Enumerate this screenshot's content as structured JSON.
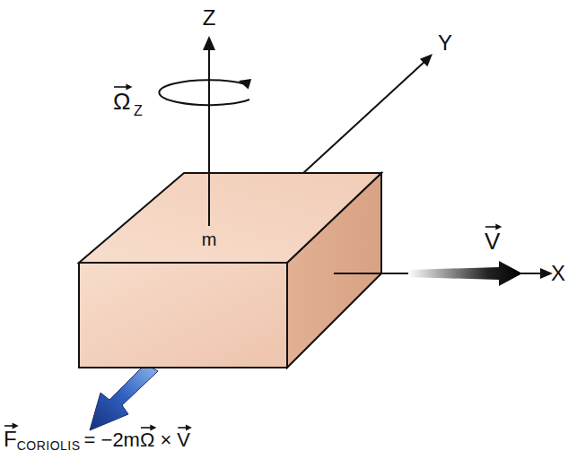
{
  "diagram": {
    "nodes": [
      {
        "text": [
          "m"
        ]
      }
    ],
    "labels": [
      "Z",
      "Ω",
      "Z",
      "Y",
      "V",
      "X",
      "F",
      "CORIOLIS",
      "= −2m",
      "Ω",
      "×",
      "V"
    ]
  }
}
